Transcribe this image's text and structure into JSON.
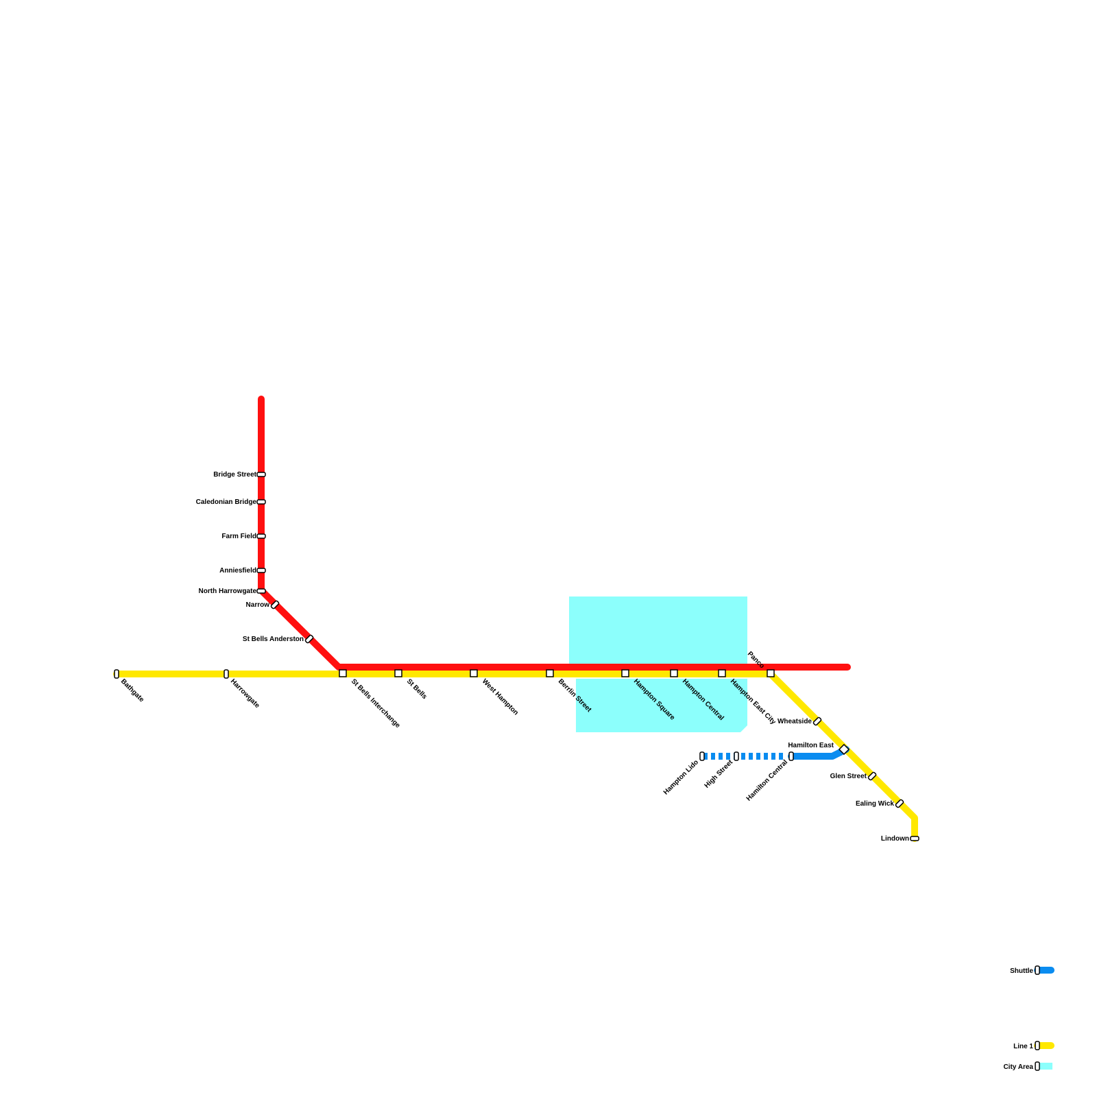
{
  "colors": {
    "red_line": "#ff1010",
    "yellow_line": "#ffe800",
    "shuttle": "#0a8cf0",
    "city_area": "#8cfffc"
  },
  "stations": {
    "bridge_street": "Bridge Street",
    "caledonian_bridge": "Caledonian Bridge",
    "farm_field": "Farm Field",
    "anniesfield": "Anniesfield",
    "north_harrowgate": "North Harrowgate",
    "narrow": "Narrow",
    "st_bells_anderston": "St Bells Anderston",
    "bathgate": "Bathgate",
    "harrowgate": "Harrowgate",
    "st_bells_interchange": "St Bells Interchange",
    "st_bells": "St Bells",
    "west_hampton": "West Hampton",
    "berrlin_street": "Berrlin Street",
    "hampton_square": "Hampton Square",
    "hampton_central": "Hampton Central",
    "hampton_east_city": "Hampton East City",
    "panco": "Panco",
    "wheatside": "Wheatside",
    "hamilton_east": "Hamilton East",
    "glen_street": "Glen Street",
    "ealing_wick": "Ealing Wick",
    "lindown": "Lindown",
    "hampton_lido": "Hampton Lido",
    "high_street": "High Street",
    "hamilton_central": "Hamilton Central"
  },
  "legend": {
    "shuttle": "Shuttle",
    "line_1": "Line 1",
    "city_area": "City Area"
  }
}
